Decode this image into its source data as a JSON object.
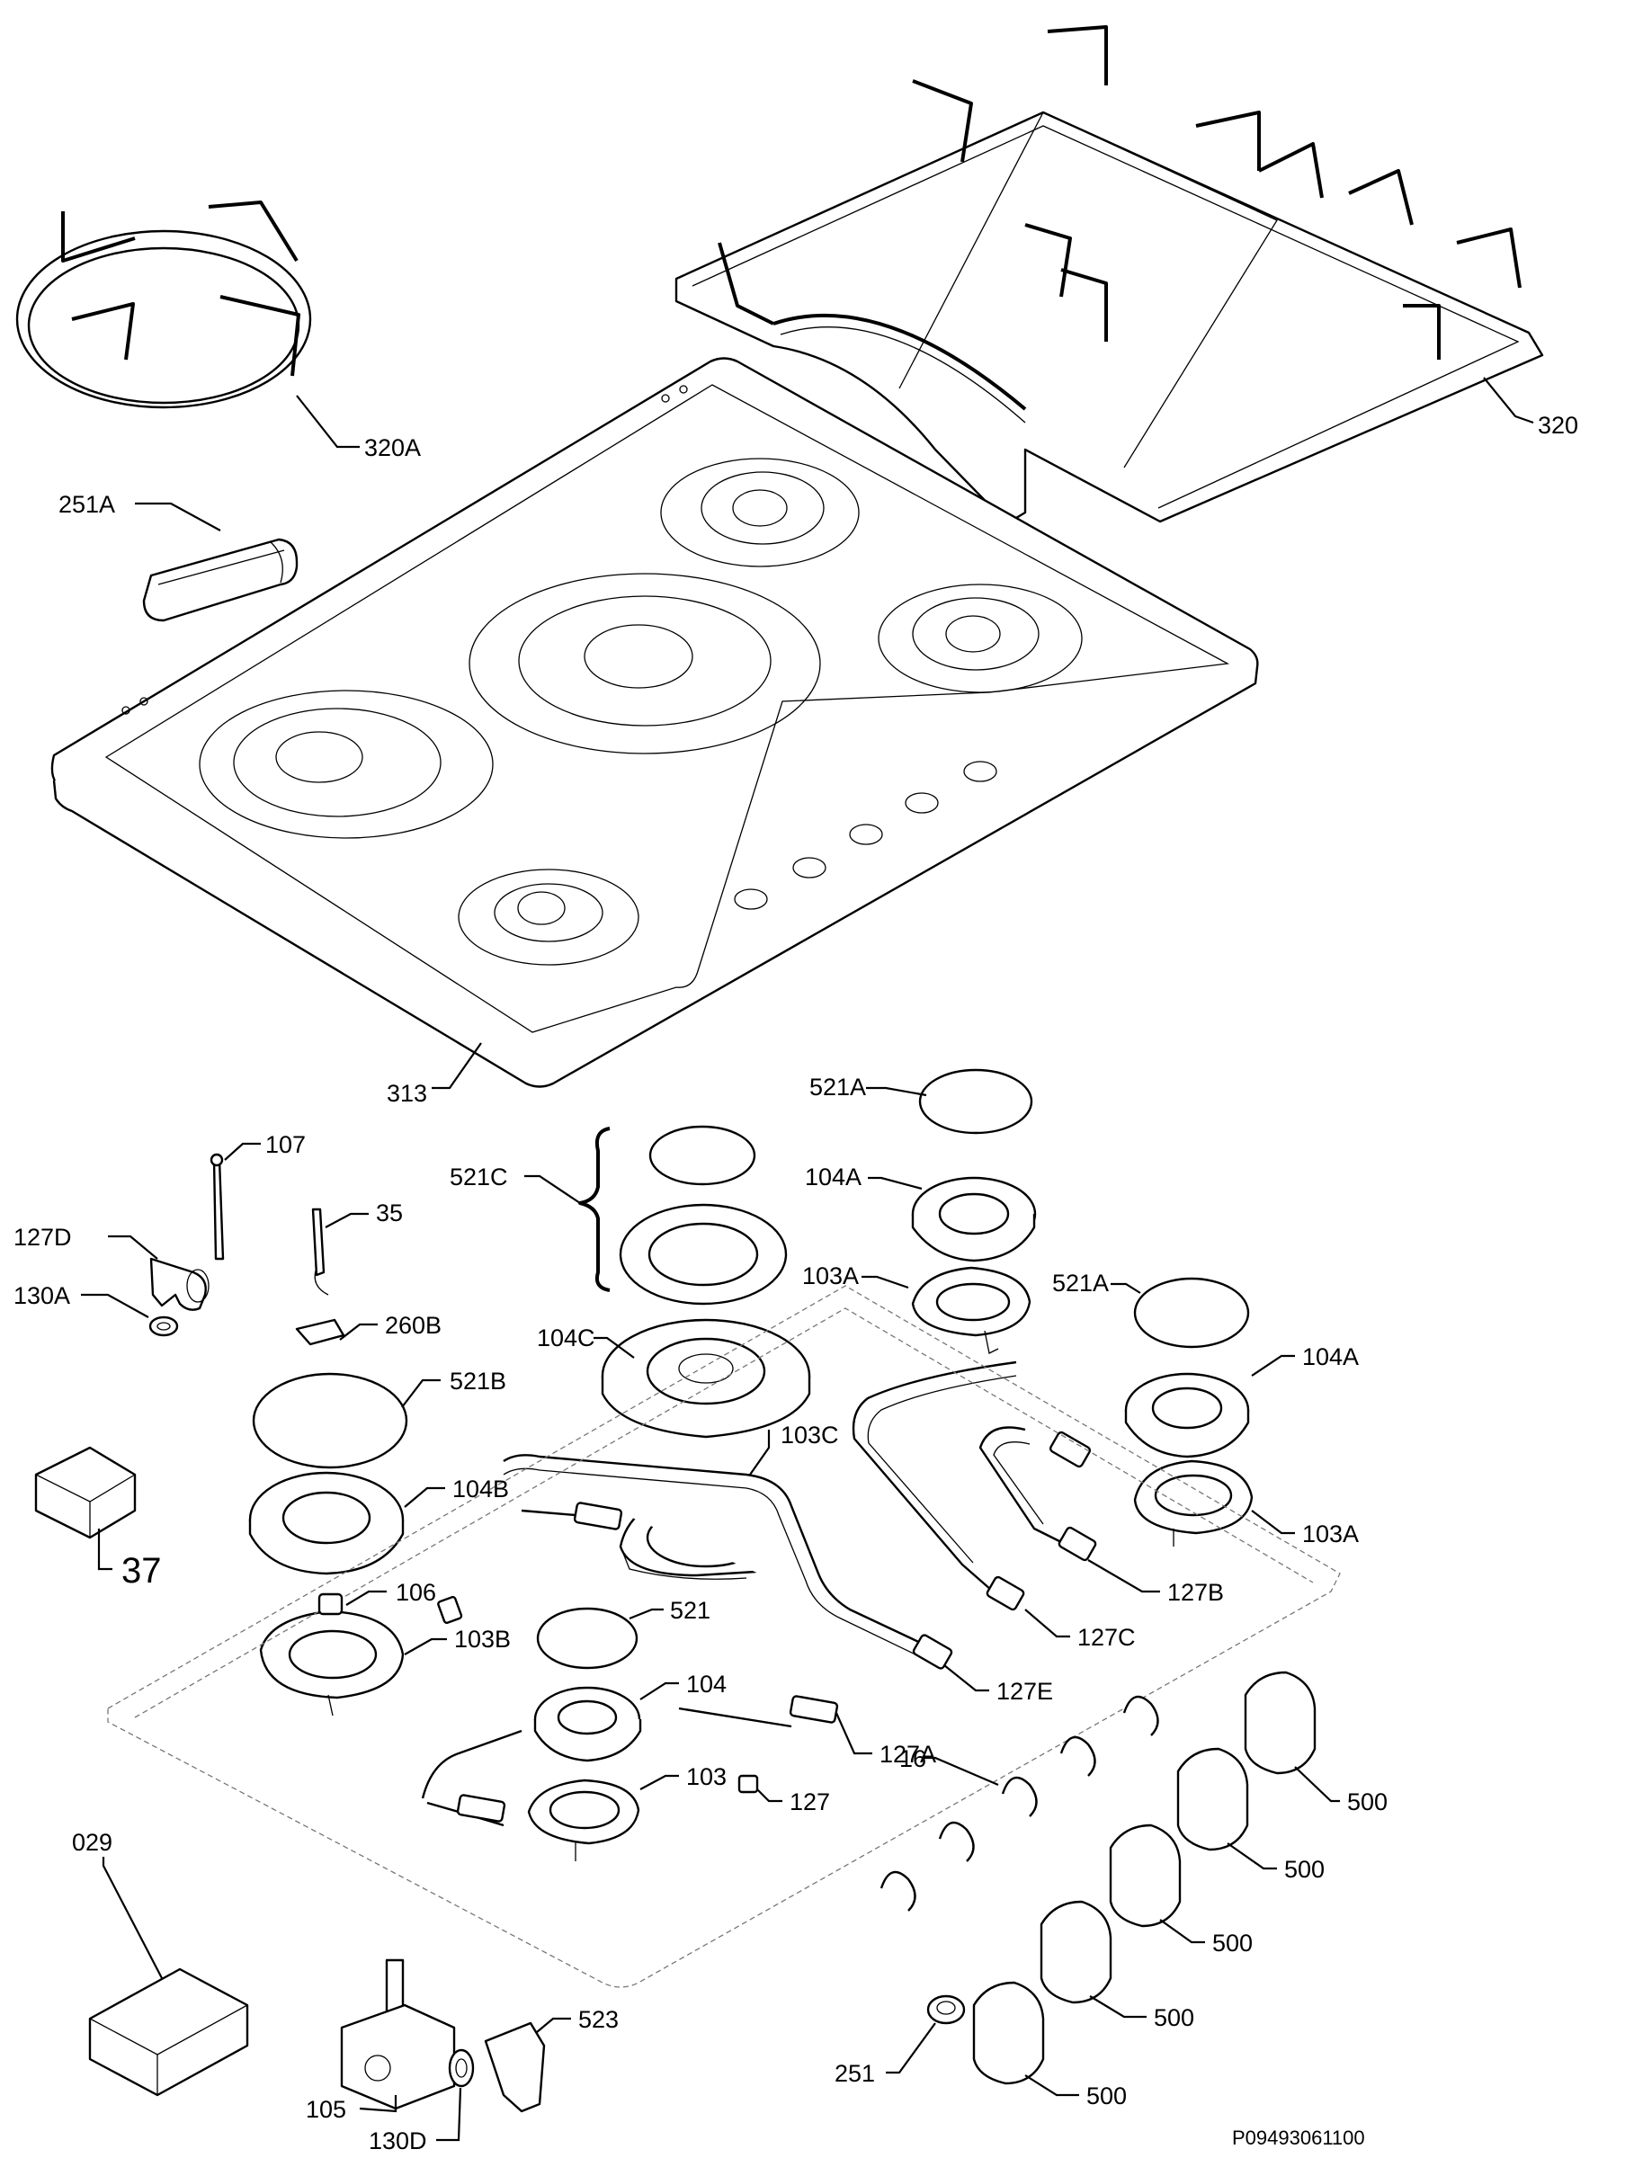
{
  "diagram": {
    "footer_code": "P09493061100",
    "labels": [
      {
        "id": "320A",
        "text": "320A"
      },
      {
        "id": "320",
        "text": "320"
      },
      {
        "id": "251A",
        "text": "251A"
      },
      {
        "id": "313",
        "text": "313"
      },
      {
        "id": "107",
        "text": "107"
      },
      {
        "id": "127D",
        "text": "127D"
      },
      {
        "id": "130A",
        "text": "130A"
      },
      {
        "id": "35",
        "text": "35"
      },
      {
        "id": "521C",
        "text": "521C"
      },
      {
        "id": "521A-top",
        "text": "521A"
      },
      {
        "id": "104A-top",
        "text": "104A"
      },
      {
        "id": "103A-top",
        "text": "103A"
      },
      {
        "id": "521A-right",
        "text": "521A"
      },
      {
        "id": "104A-right",
        "text": "104A"
      },
      {
        "id": "260B",
        "text": "260B"
      },
      {
        "id": "104C",
        "text": "104C"
      },
      {
        "id": "521B",
        "text": "521B"
      },
      {
        "id": "103C",
        "text": "103C"
      },
      {
        "id": "104B",
        "text": "104B"
      },
      {
        "id": "37",
        "text": "37"
      },
      {
        "id": "103A-right",
        "text": "103A"
      },
      {
        "id": "106",
        "text": "106"
      },
      {
        "id": "127B",
        "text": "127B"
      },
      {
        "id": "521",
        "text": "521"
      },
      {
        "id": "103B",
        "text": "103B"
      },
      {
        "id": "127C",
        "text": "127C"
      },
      {
        "id": "127E",
        "text": "127E"
      },
      {
        "id": "104",
        "text": "104"
      },
      {
        "id": "127A",
        "text": "127A"
      },
      {
        "id": "103",
        "text": "103"
      },
      {
        "id": "127",
        "text": "127"
      },
      {
        "id": "16",
        "text": "16"
      },
      {
        "id": "500-a",
        "text": "500"
      },
      {
        "id": "500-b",
        "text": "500"
      },
      {
        "id": "500-c",
        "text": "500"
      },
      {
        "id": "500-d",
        "text": "500"
      },
      {
        "id": "500-e",
        "text": "500"
      },
      {
        "id": "029",
        "text": "029"
      },
      {
        "id": "523",
        "text": "523"
      },
      {
        "id": "105",
        "text": "105"
      },
      {
        "id": "251",
        "text": "251"
      },
      {
        "id": "130D",
        "text": "130D"
      }
    ]
  }
}
